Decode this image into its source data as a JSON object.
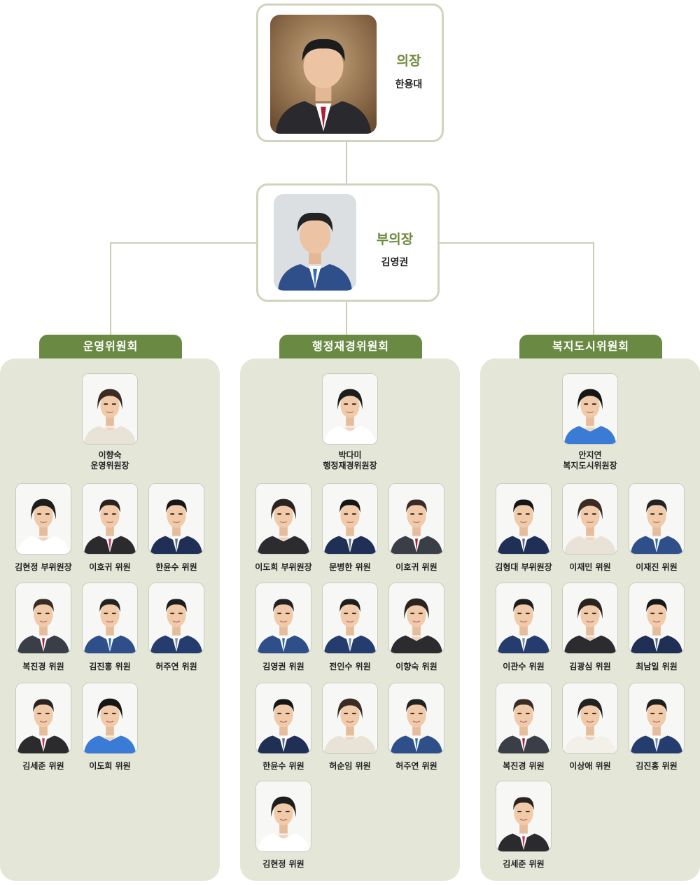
{
  "chairman": {
    "role": "의장",
    "name": "한용대"
  },
  "vice_chairman": {
    "role": "부의장",
    "name": "김영권"
  },
  "committees": [
    {
      "name": "운영위원회",
      "chair_name": "이향숙",
      "chair_title": "운영위원장",
      "members": [
        "김현정 부위원장",
        "이호귀 위원",
        "한윤수 위원",
        "복진경 위원",
        "김진홍 위원",
        "허주연 위원",
        "김세준 위원",
        "이도희 위원"
      ]
    },
    {
      "name": "행정재경위원회",
      "chair_name": "박다미",
      "chair_title": "행정재경위원장",
      "members": [
        "이도희 부위원장",
        "문병한 위원",
        "이호귀 위원",
        "김영권 위원",
        "전인수 위원",
        "이향숙 위원",
        "한윤수 위원",
        "허순임 위원",
        "허주연 위원",
        "김현정 위원"
      ]
    },
    {
      "name": "복지도시위원회",
      "chair_name": "안지연",
      "chair_title": "복지도시위원장",
      "members": [
        "김형대 부위원장",
        "이재민 위원",
        "이재진 위원",
        "이관수 위원",
        "김광심 위원",
        "최남일 위원",
        "복진경 위원",
        "이상애 위원",
        "김진홍 위원",
        "김세준 위원"
      ]
    }
  ]
}
